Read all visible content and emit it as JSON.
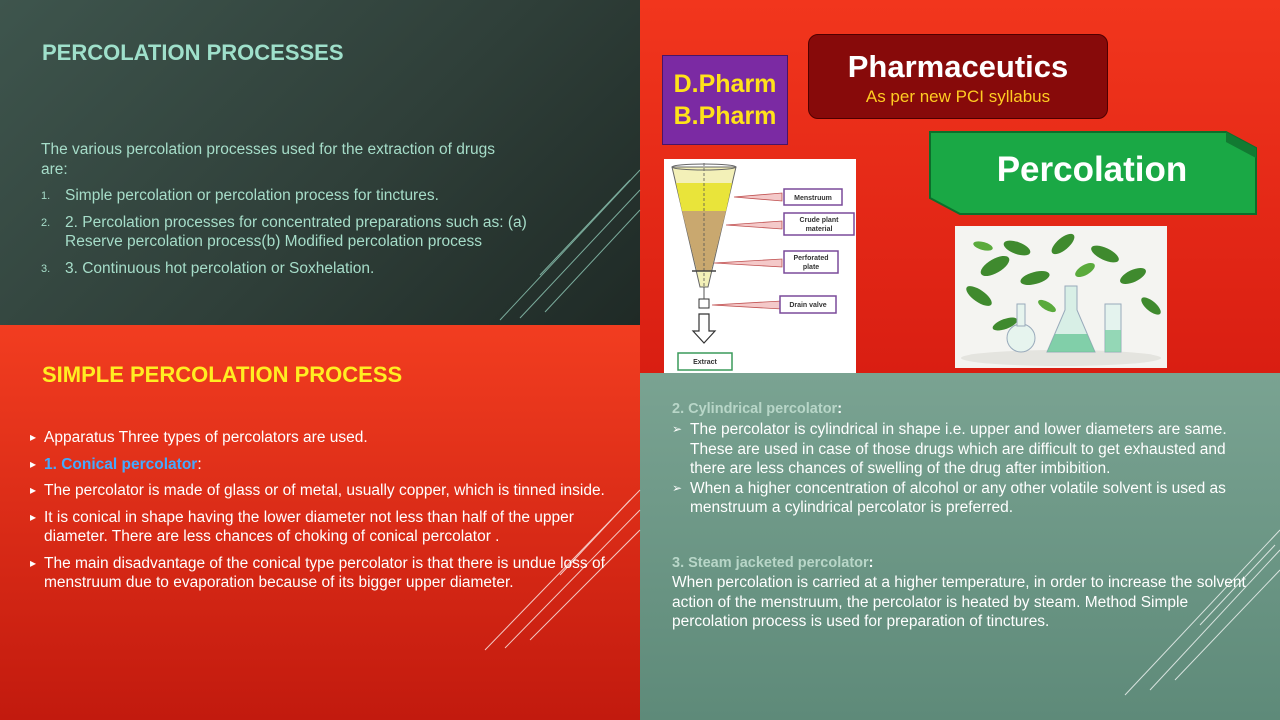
{
  "top_left": {
    "title": "PERCOLATION PROCESSES",
    "intro": "The various percolation processes used for the extraction of drugs are:",
    "items": [
      {
        "num": "1.",
        "text": "Simple percolation or percolation process for tinctures."
      },
      {
        "num": "2.",
        "text": "2. Percolation processes for concentrated preparations such as: (a) Reserve percolation process(b) Modified percolation process"
      },
      {
        "num": "3.",
        "text": "3. Continuous hot percolation or Soxhelation."
      }
    ]
  },
  "top_right": {
    "badge_line1": "D.Pharm",
    "badge_line2": "B.Pharm",
    "subject": "Pharmaceutics",
    "syllabus": "As per new PCI syllabus",
    "topic": "Percolation",
    "diagram_labels": {
      "menstruum": "Menstruum",
      "crude_line1": "Crude plant",
      "crude_line2": "material",
      "plate_line1": "Perforated",
      "plate_line2": "plate",
      "drain": "Drain valve",
      "extract": "Extract"
    }
  },
  "bottom_left": {
    "title": "SIMPLE PERCOLATION PROCESS",
    "b1": "Apparatus Three types of percolators are used.",
    "b2_label": "1. Conical percolator",
    "b2_colon": ":",
    "b3": "The percolator is made of glass or of metal, usually copper, which is tinned inside.",
    "b4": "It is conical in shape having the lower diameter not less than half of the upper diameter. There are less chances of choking of conical percolator .",
    "b5": "The main disadvantage of the conical type percolator is that there is undue loss of menstruum due to evaporation because of its bigger upper diameter."
  },
  "bottom_right": {
    "cyl_head": "2. Cylindrical percolator",
    "colon": ":",
    "cyl_p1": "The percolator is cylindrical in shape i.e. upper and lower diameters are same. These are used in case of those drugs which are difficult to get exhausted and there are less chances of swelling of the drug after imbibition.",
    "cyl_p2": "When a higher concentration of alcohol or any other volatile solvent is used as menstruum a cylindrical percolator is preferred.",
    "steam_head": "3. Steam jacketed percolator",
    "steam_p": "When percolation is carried at a higher temperature, in order to increase the solvent action of the menstruum, the percolator is heated by steam. Method Simple percolation process is used for preparation of tinctures."
  },
  "colors": {
    "teal_panel": "#2f3f39",
    "red_panel": "#e2301a",
    "green_panel": "#6b9584",
    "yellow_title": "#ffee22",
    "mint_text": "#a6ddc9",
    "badge_purple": "#7b2aa3",
    "banner_green": "#1aa845",
    "link_blue": "#44aaff"
  },
  "icons": [
    "bullet-triangle-icon",
    "arrow-bullet-icon"
  ]
}
